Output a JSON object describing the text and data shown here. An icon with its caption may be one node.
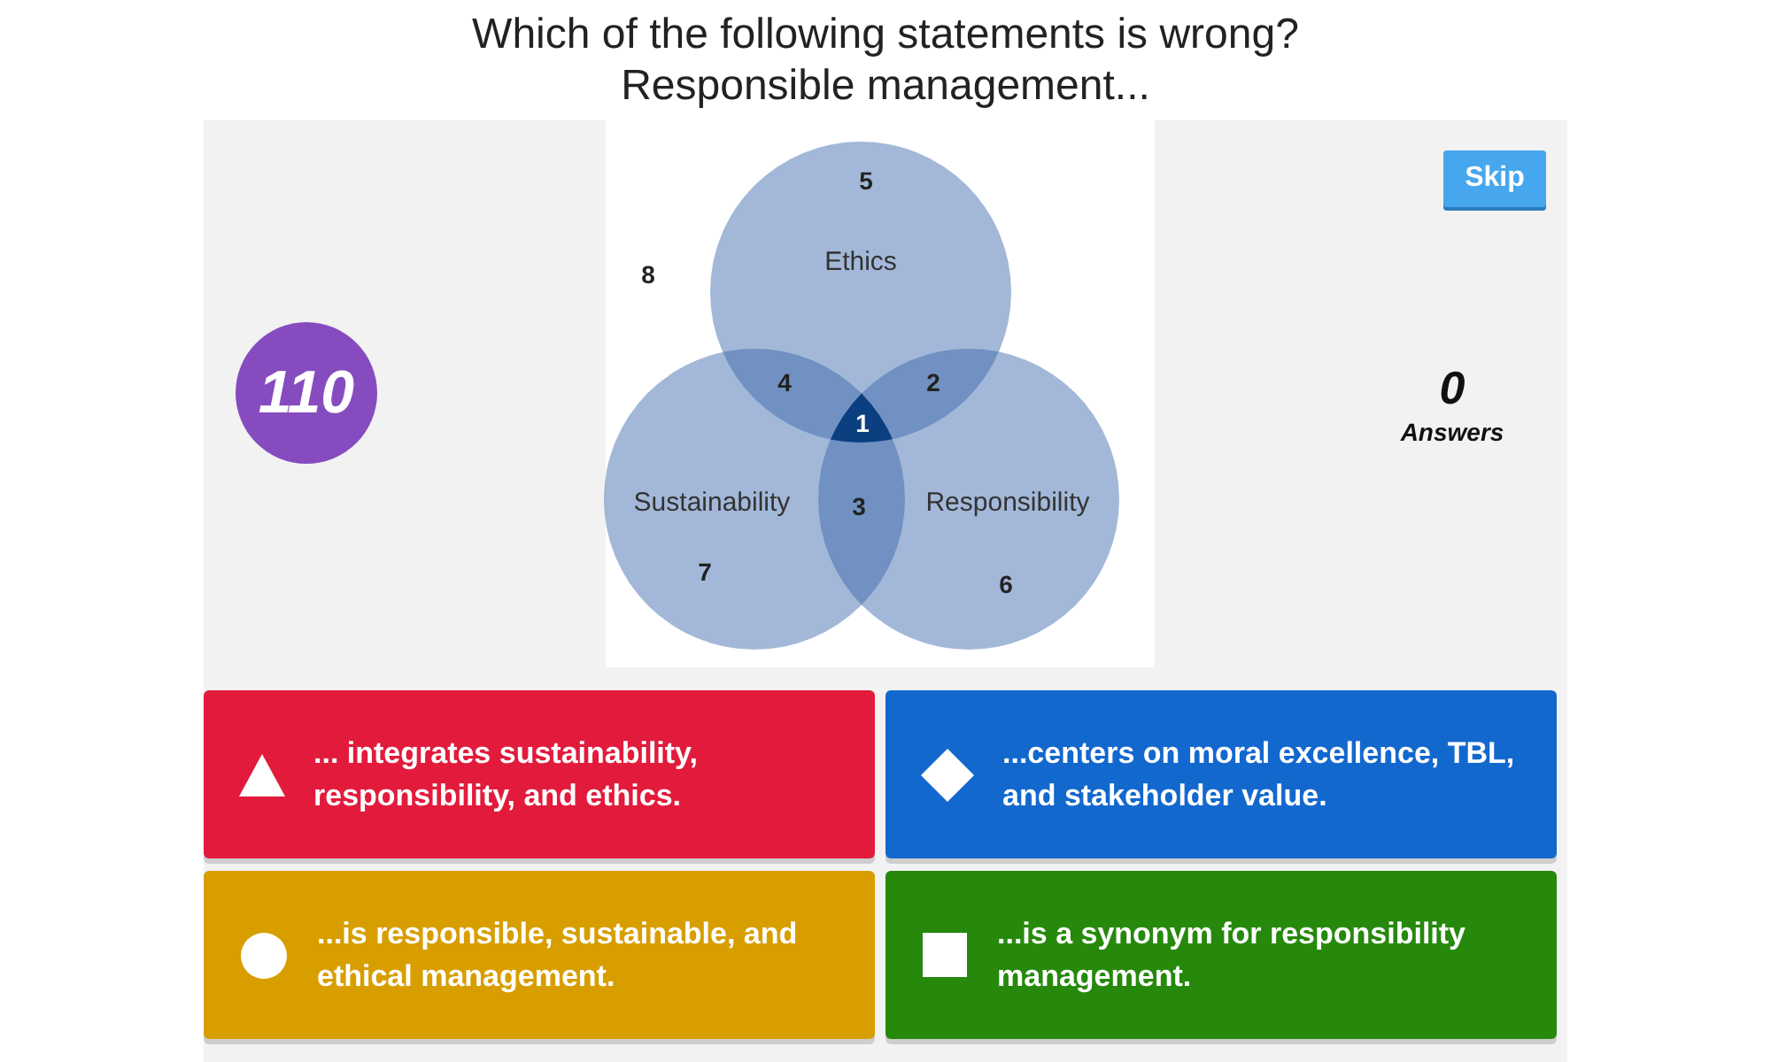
{
  "diagram": {
    "title": "Which of the following statements is wrong? Responsible management...",
    "nodes": [
      {
        "text": [
          "Ethics"
        ]
      },
      {
        "text": [
          "Sustainability"
        ]
      },
      {
        "text": [
          "Responsibility"
        ]
      },
      {
        "text": [
          "110"
        ]
      },
      {
        "text": [
          "... integrates sustainability, responsibility, and ethics."
        ]
      },
      {
        "text": [
          "...centers on moral excellence, TBL, and stakeholder value."
        ]
      },
      {
        "text": [
          "...is responsible, sustainable, and ethical management."
        ]
      },
      {
        "text": [
          "...is a synonym for responsibility management."
        ]
      }
    ],
    "labels": [
      "5",
      "8",
      "4",
      "2",
      "1",
      "3",
      "7",
      "6",
      "Skip",
      "0",
      "Answers"
    ]
  }
}
